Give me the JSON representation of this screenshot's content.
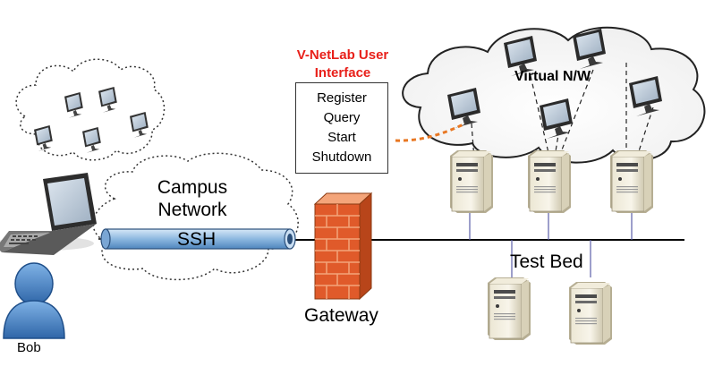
{
  "ui_title": "V-NetLab User Interface",
  "menu_items": [
    "Register",
    "Query",
    "Start",
    "Shutdown"
  ],
  "campus_network_label": "Campus Network",
  "ssh_label": "SSH",
  "virtual_network_label": "Virtual N/W",
  "test_bed_label": "Test Bed",
  "gateway_label": "Gateway",
  "user_label": "Bob",
  "colors": {
    "ui_title": "#e8201a",
    "dashed_link": "#e87722",
    "ssh_tunnel": "#8db8e0",
    "firewall": "#e05a2a",
    "user": "#3f7cc3"
  },
  "icons": [
    "laptop-icon",
    "monitor-icon",
    "server-icon",
    "firewall-icon",
    "user-icon",
    "cloud-icon"
  ]
}
